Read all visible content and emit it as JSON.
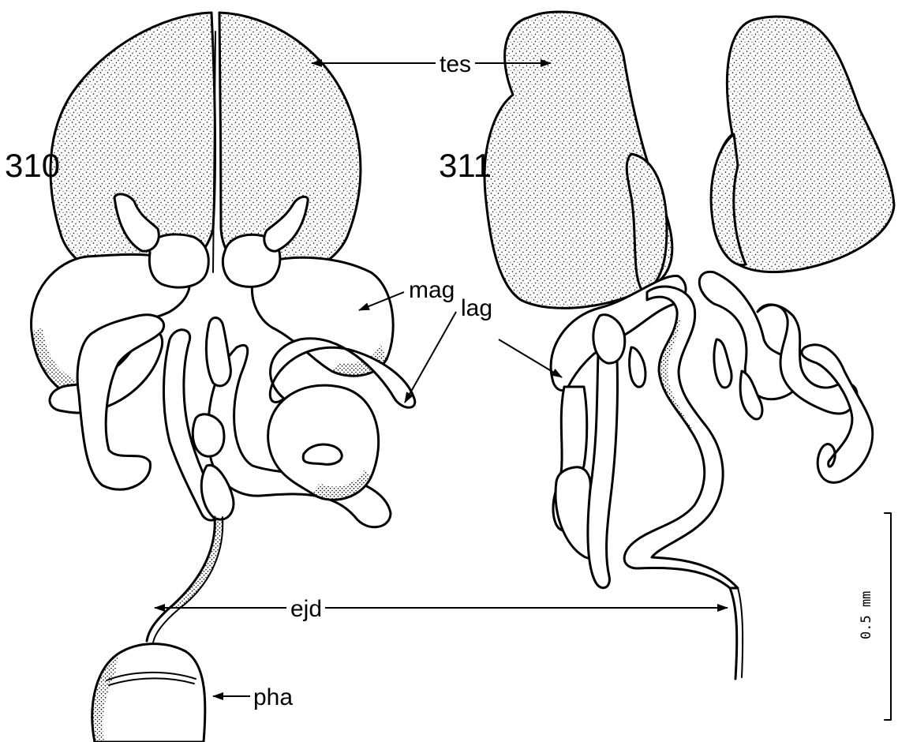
{
  "figures": {
    "left_number": "310",
    "right_number": "311"
  },
  "labels": {
    "tes": "tes",
    "mag": "mag",
    "lag": "lag",
    "ejd": "ejd",
    "pha": "pha"
  },
  "scale_bar": {
    "text": "0.5 mm"
  },
  "colors": {
    "ink": "#000000",
    "paper": "#ffffff"
  }
}
